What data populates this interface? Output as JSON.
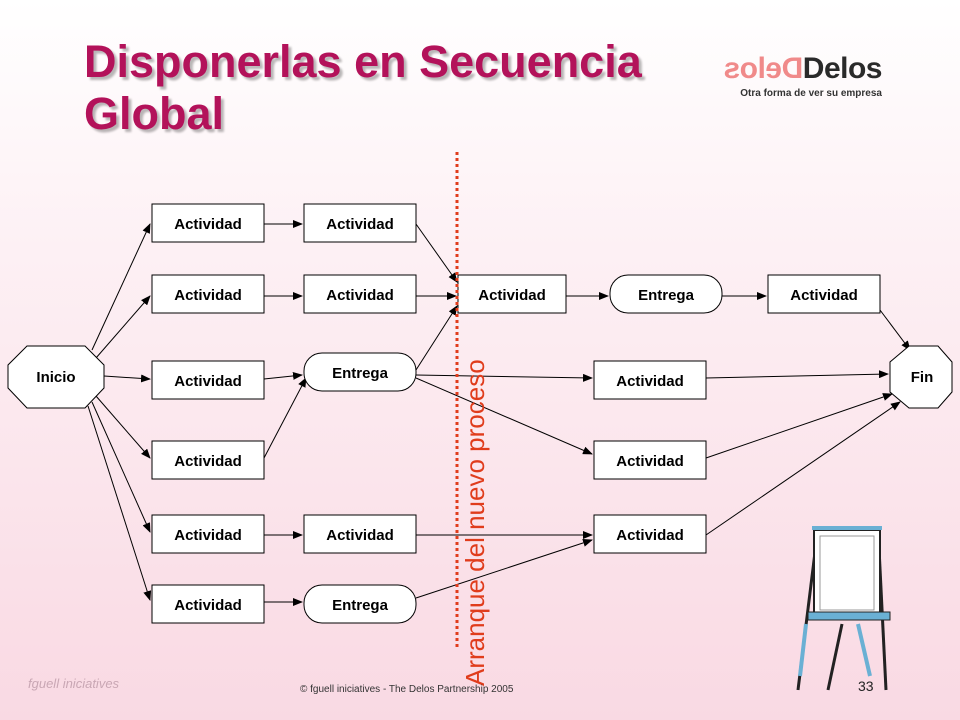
{
  "title": "Disponerlas en Secuencia Global",
  "logo": {
    "mirrored": "Delos",
    "main": "Delos",
    "tagline": "Otra forma de ver su empresa"
  },
  "footer": {
    "brand": "fguell iniciatives",
    "copyright": "© fguell iniciatives - The Delos Partnership 2005",
    "page": "33"
  },
  "diagram": {
    "vertical_label": "Arranque del nuevo proceso",
    "nodes": {
      "inicio": "Inicio",
      "fin": "Fin",
      "c1r1": "Actividad",
      "c1r2": "Actividad",
      "c1r3": "Actividad",
      "c1r4": "Actividad",
      "c1r5": "Actividad",
      "c1r6": "Actividad",
      "c2r1": "Actividad",
      "c2r2": "Actividad",
      "c2r3": "Entrega",
      "c2r5": "Actividad",
      "c2r6": "Entrega",
      "c3r2": "Actividad",
      "c3r3": "Actividad",
      "c3r4": "Actividad",
      "c3r5": "Actividad",
      "c4r2": "Entrega",
      "c5r2": "Actividad"
    }
  }
}
